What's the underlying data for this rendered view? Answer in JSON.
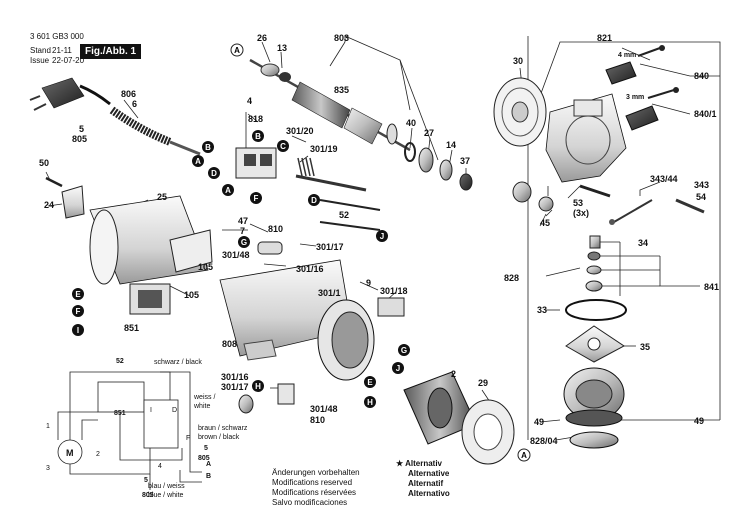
{
  "header": {
    "doc_number": "3 601 GB3 000",
    "stand_label": "Stand",
    "issue_label": "Issue",
    "stand_value": "21-11",
    "issue_value": "22-07-20",
    "figure_label": "Fig./Abb. 1"
  },
  "callouts": [
    {
      "id": "26",
      "text": "26"
    },
    {
      "id": "13",
      "text": "13"
    },
    {
      "id": "803",
      "text": "803"
    },
    {
      "id": "806",
      "text": "806"
    },
    {
      "id": "6",
      "text": "6"
    },
    {
      "id": "5a",
      "text": "5"
    },
    {
      "id": "805a",
      "text": "805"
    },
    {
      "id": "835",
      "text": "835"
    },
    {
      "id": "4",
      "text": "4"
    },
    {
      "id": "818",
      "text": "818"
    },
    {
      "id": "30120",
      "text": "301/20"
    },
    {
      "id": "30119",
      "text": "301/19"
    },
    {
      "id": "40",
      "text": "40"
    },
    {
      "id": "27",
      "text": "27"
    },
    {
      "id": "14",
      "text": "14"
    },
    {
      "id": "37",
      "text": "37"
    },
    {
      "id": "30",
      "text": "30"
    },
    {
      "id": "821",
      "text": "821"
    },
    {
      "id": "4mm",
      "text": "4 mm"
    },
    {
      "id": "3mm",
      "text": "3 mm"
    },
    {
      "id": "840",
      "text": "840"
    },
    {
      "id": "8401",
      "text": "840/1"
    },
    {
      "id": "50",
      "text": "50"
    },
    {
      "id": "24",
      "text": "24"
    },
    {
      "id": "25",
      "text": "25"
    },
    {
      "id": "52a",
      "text": "52"
    },
    {
      "id": "47",
      "text": "47"
    },
    {
      "id": "7",
      "text": "7"
    },
    {
      "id": "810a",
      "text": "810"
    },
    {
      "id": "30117a",
      "text": "301/17"
    },
    {
      "id": "30148a",
      "text": "301/48"
    },
    {
      "id": "30116a",
      "text": "301/16"
    },
    {
      "id": "105a",
      "text": "105"
    },
    {
      "id": "105b",
      "text": "105"
    },
    {
      "id": "9",
      "text": "9"
    },
    {
      "id": "30118",
      "text": "301/18"
    },
    {
      "id": "3011",
      "text": "301/1"
    },
    {
      "id": "851a",
      "text": "851"
    },
    {
      "id": "808",
      "text": "808"
    },
    {
      "id": "30116b",
      "text": "301/16"
    },
    {
      "id": "30117b",
      "text": "301/17"
    },
    {
      "id": "30148b",
      "text": "301/48"
    },
    {
      "id": "810b",
      "text": "810"
    },
    {
      "id": "2a",
      "text": "2"
    },
    {
      "id": "29",
      "text": "29"
    },
    {
      "id": "53",
      "text": "53"
    },
    {
      "id": "3x",
      "text": "(3x)"
    },
    {
      "id": "45",
      "text": "45"
    },
    {
      "id": "34344",
      "text": "343/44"
    },
    {
      "id": "343",
      "text": "343"
    },
    {
      "id": "54",
      "text": "54"
    },
    {
      "id": "34",
      "text": "34"
    },
    {
      "id": "828",
      "text": "828"
    },
    {
      "id": "841",
      "text": "841"
    },
    {
      "id": "33",
      "text": "33"
    },
    {
      "id": "35",
      "text": "35"
    },
    {
      "id": "49a",
      "text": "49"
    },
    {
      "id": "49b",
      "text": "49"
    },
    {
      "id": "82804",
      "text": "828/04"
    }
  ],
  "letters": [
    "A",
    "B",
    "C",
    "D",
    "E",
    "F",
    "G",
    "H",
    "I",
    "J"
  ],
  "wiring": {
    "label_52": "52",
    "label_851": "851",
    "label_1": "1",
    "label_2": "2",
    "label_3": "3",
    "label_4": "4",
    "label_5a": "5",
    "label_805a": "805",
    "label_5b": "5",
    "label_805b": "805",
    "motor": "M",
    "I": "I",
    "D": "D",
    "F": "F",
    "A": "A",
    "B": "B",
    "black": "schwarz / black",
    "white": "weiss / white",
    "brown": "braun / schwarz\nbrown / black",
    "blue": "blau / weiss\nblue / white"
  },
  "notes": {
    "changes": [
      "Änderungen vorbehalten",
      "Modifications reserved",
      "Modifications réservées",
      "Salvo modificaciones"
    ],
    "alt_symbol": "★",
    "alternative": [
      "Alternativ",
      "Alternative",
      "Alternatif",
      "Alternativo"
    ]
  }
}
